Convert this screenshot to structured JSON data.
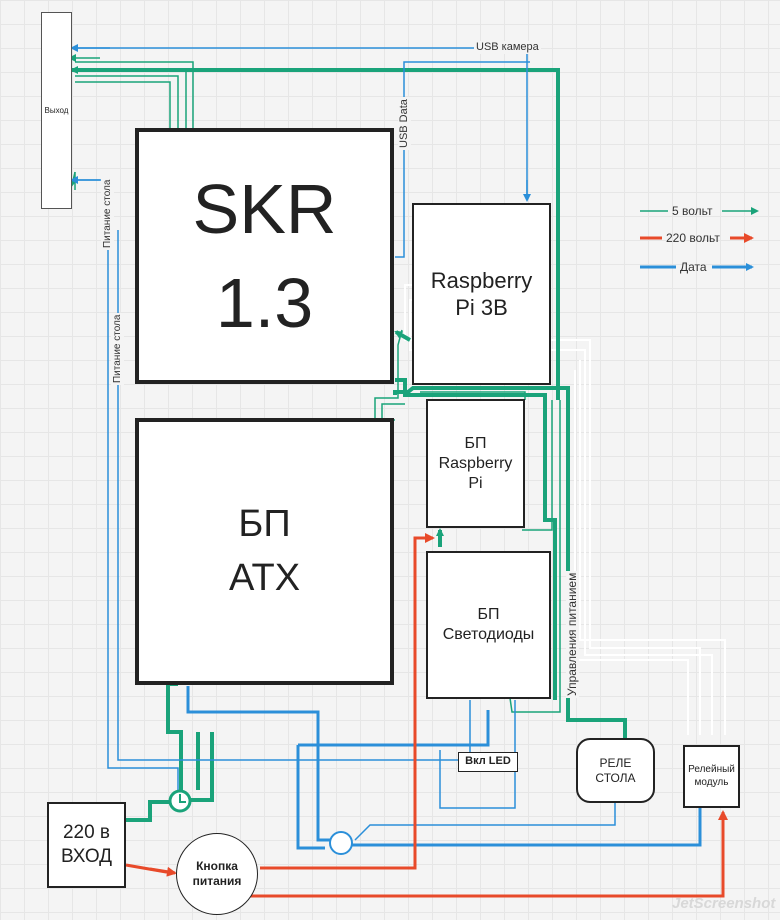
{
  "blocks": {
    "output": "Выход",
    "skr": "SKR\n1.3",
    "raspberry": "Raspberry\nPi 3B",
    "psu_atx": "БП\nATX",
    "psu_rpi": "БП\nRaspberry\nPi",
    "psu_led": "БП\nСветодиоды",
    "relay_table": "РЕЛЕ\nСТОЛА",
    "relay_module": "Релейный\nмодуль",
    "input_220": "220 в\nВХОД",
    "power_button": "Кнопка\nпитания",
    "led_switch": "Вкл LED"
  },
  "labels": {
    "usb_camera": "USB камера",
    "usb_data": "USB Data",
    "table_power_1": "Питание стола",
    "table_power_2": "Питание стола",
    "power_control": "Управления питанием"
  },
  "legend": [
    {
      "label": "5 вольт",
      "color": "#1aa37a"
    },
    {
      "label": "220 вольт",
      "color": "#e84a2a"
    },
    {
      "label": "Дата",
      "color": "#2b8fd9"
    }
  ],
  "colors": {
    "five_volt": "#1aa37a",
    "two_twenty_volt": "#e84a2a",
    "data": "#2b8fd9",
    "control": "#ffffff"
  },
  "watermark": "JetScreenshot"
}
